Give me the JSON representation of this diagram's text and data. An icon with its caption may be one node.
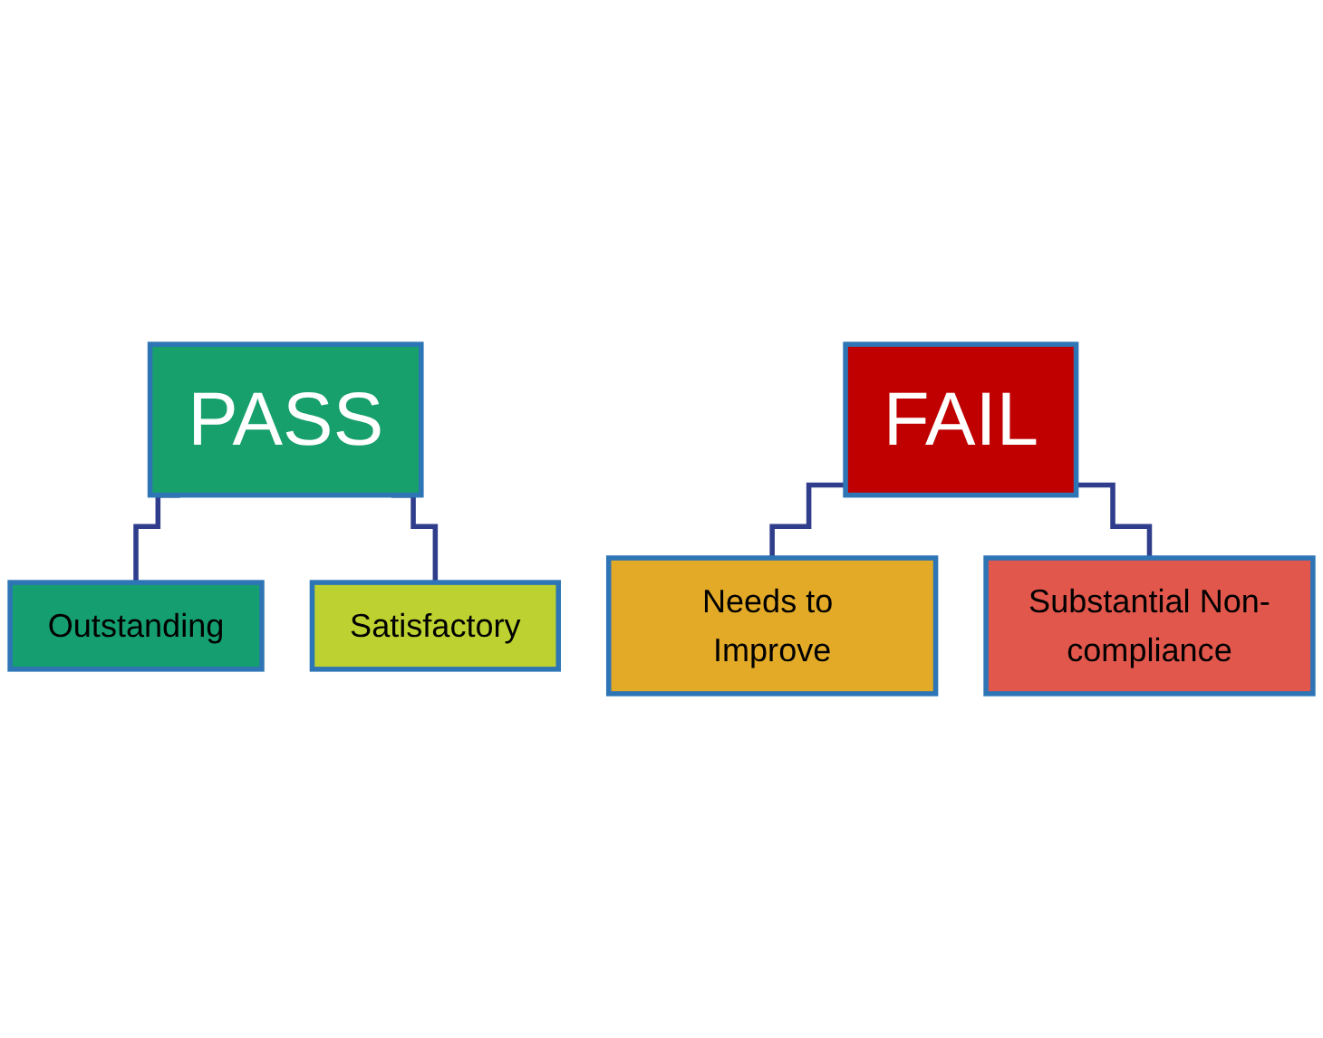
{
  "diagram": {
    "nodes": [
      {
        "text": [
          "PASS"
        ]
      },
      {
        "text": [
          "Outstanding"
        ]
      },
      {
        "text": [
          "Satisfactory"
        ]
      },
      {
        "text": [
          "FAIL"
        ]
      },
      {
        "text": [
          "Needs to Improve"
        ]
      },
      {
        "text": [
          "Substantial Non-compliance"
        ]
      }
    ],
    "edges": [
      {
        "from": 0,
        "to": 1,
        "arrow": "none"
      },
      {
        "from": 0,
        "to": 2,
        "arrow": "none"
      },
      {
        "from": 3,
        "to": 4,
        "arrow": "none"
      },
      {
        "from": 3,
        "to": 5,
        "arrow": "none"
      }
    ]
  }
}
